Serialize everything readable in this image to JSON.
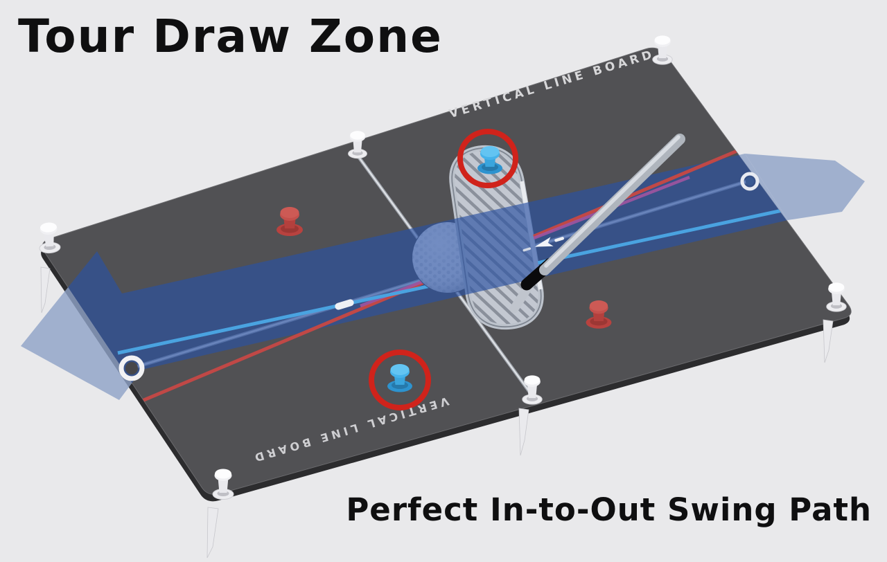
{
  "title": "Tour Draw Zone",
  "caption": "Perfect In-to-Out Swing Path",
  "board": {
    "label_top": "VERTICAL LINE BOARD",
    "label_bottom": "VERTICAL LINE BOARD"
  },
  "colors": {
    "background": "#e9e9eb",
    "board_top": "#515154",
    "board_side": "#2c2c2e",
    "arrow_blue_on_board": "#2a52a2",
    "arrow_blue_off_board": "#8fa3c8",
    "swing_path_line_blue": "#4aa3e0",
    "face_line_magenta": "#a055a0",
    "target_line_red": "#c04846",
    "highlight_circle_red": "#d0231b",
    "tee_blue": "#45b2ea",
    "tee_red": "#c4504c",
    "text": "#0f0f10",
    "board_label": "#d8d8da"
  }
}
